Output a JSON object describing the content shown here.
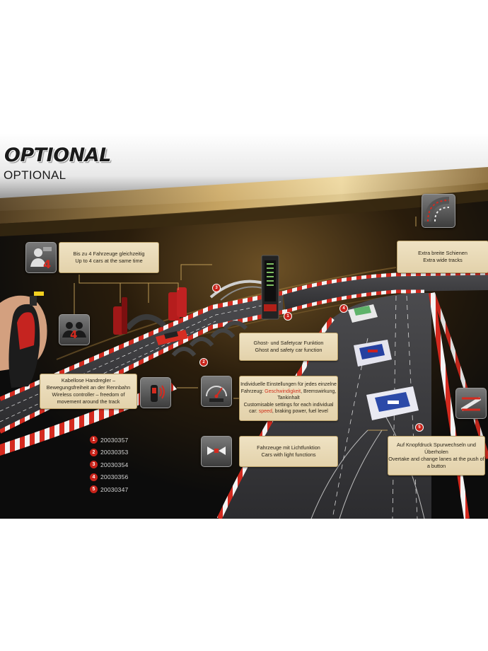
{
  "header": {
    "title": "OPTIONAL",
    "subtitle": "OPTIONAL"
  },
  "callouts": {
    "cars": {
      "de": "Bis zu 4 Fahrzeuge gleichzeitig",
      "en": "Up to 4 cars at the same time"
    },
    "controller": {
      "de": "Kabellose Handregler – Bewegungsfreiheit an der Rennbahn",
      "en": "Wireless controller – freedom of movement around the track"
    },
    "ghost": {
      "de": "Ghost- und Safetycar Funktion",
      "en": "Ghost and safety car function"
    },
    "settings": {
      "de_pre": "Individuelle Einstellungen für jedes einzelne Fahrzeug: ",
      "de_hl": "Geschwindigkeit",
      "de_post": ", Bremswirkung, Tankinhalt",
      "en_pre": "Customisable settings for each individual car: ",
      "en_hl": "speed",
      "en_post": ", braking power, fuel level"
    },
    "lights": {
      "de": "Fahrzeuge mit Lichtfunktion",
      "en": "Cars with light functions"
    },
    "wide": {
      "de": "Extra breite Schienen",
      "en": "Extra wide tracks"
    },
    "lanes": {
      "de": "Auf Knopfdruck Spurwechseln und Überholen",
      "en": "Overtake and change lanes at the push of a button"
    }
  },
  "legend": [
    {
      "num": "1",
      "code": "20030357"
    },
    {
      "num": "2",
      "code": "20030353"
    },
    {
      "num": "3",
      "code": "20030354"
    },
    {
      "num": "4",
      "code": "20030356"
    },
    {
      "num": "5",
      "code": "20030347"
    }
  ],
  "markers": [
    "3",
    "1",
    "2",
    "4",
    "5"
  ],
  "icons": {
    "cars": {
      "name": "four-cars-icon",
      "label": "4"
    },
    "drivers": {
      "name": "four-drivers-icon",
      "label": "4"
    },
    "controller": {
      "name": "wireless-controller-icon"
    },
    "settings": {
      "name": "speedometer-icon"
    },
    "lights": {
      "name": "car-lights-icon"
    },
    "wide": {
      "name": "wide-track-icon"
    },
    "lanes": {
      "name": "lane-change-icon"
    }
  },
  "colors": {
    "gold": "#c9a55c",
    "callout_bg": "#e9dab7",
    "accent_red": "#c8231a",
    "track": "#3a3a3c"
  }
}
